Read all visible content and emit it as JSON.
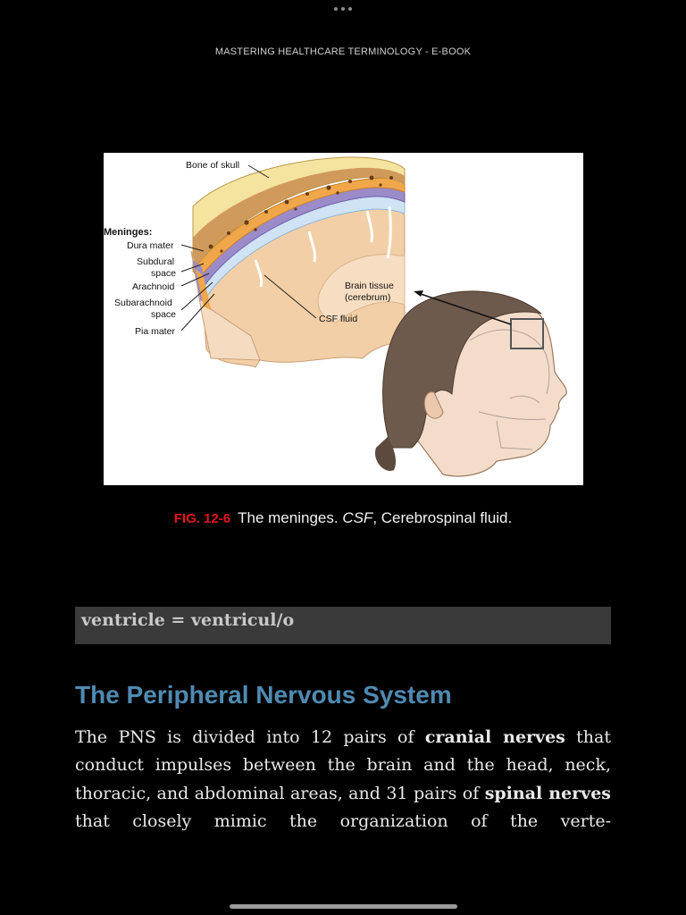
{
  "header": {
    "book_title": "MASTERING HEALTHCARE TERMINOLOGY - E-BOOK"
  },
  "figure": {
    "labels": {
      "bone_of_skull": "Bone of skull",
      "meninges": "Meninges:",
      "dura_mater": "Dura mater",
      "subdural_1": "Subdural",
      "subdural_2": "space",
      "arachnoid": "Arachnoid",
      "subarachnoid_1": "Subarachnoid",
      "subarachnoid_2": "space",
      "pia_mater": "Pia mater",
      "brain_tissue_1": "Brain tissue",
      "brain_tissue_2": "(cerebrum)",
      "csf_fluid": "CSF fluid"
    },
    "caption": {
      "number": "FIG. 12-6",
      "text_1": "The meninges. ",
      "abbr": "CSF",
      "text_2": ", Cerebrospinal fluid."
    }
  },
  "term_box": {
    "text": "ventricle = ventricul/o"
  },
  "section": {
    "title": "The Peripheral Nervous System",
    "paragraph": {
      "part_1": "The PNS is divided into 12 pairs of ",
      "bold_1": "cranial nerves",
      "part_2": " that conduct impulses between the brain and the head, neck, thoracic, and abdominal areas, and 31 pairs of ",
      "bold_2": "spinal nerves",
      "part_3": " that closely mimic the organization of the verte-"
    }
  },
  "colors": {
    "background": "#000000",
    "section_title": "#4f8ab1",
    "figure_number": "#e8141e",
    "term_box_bg": "#3a3a3a"
  }
}
